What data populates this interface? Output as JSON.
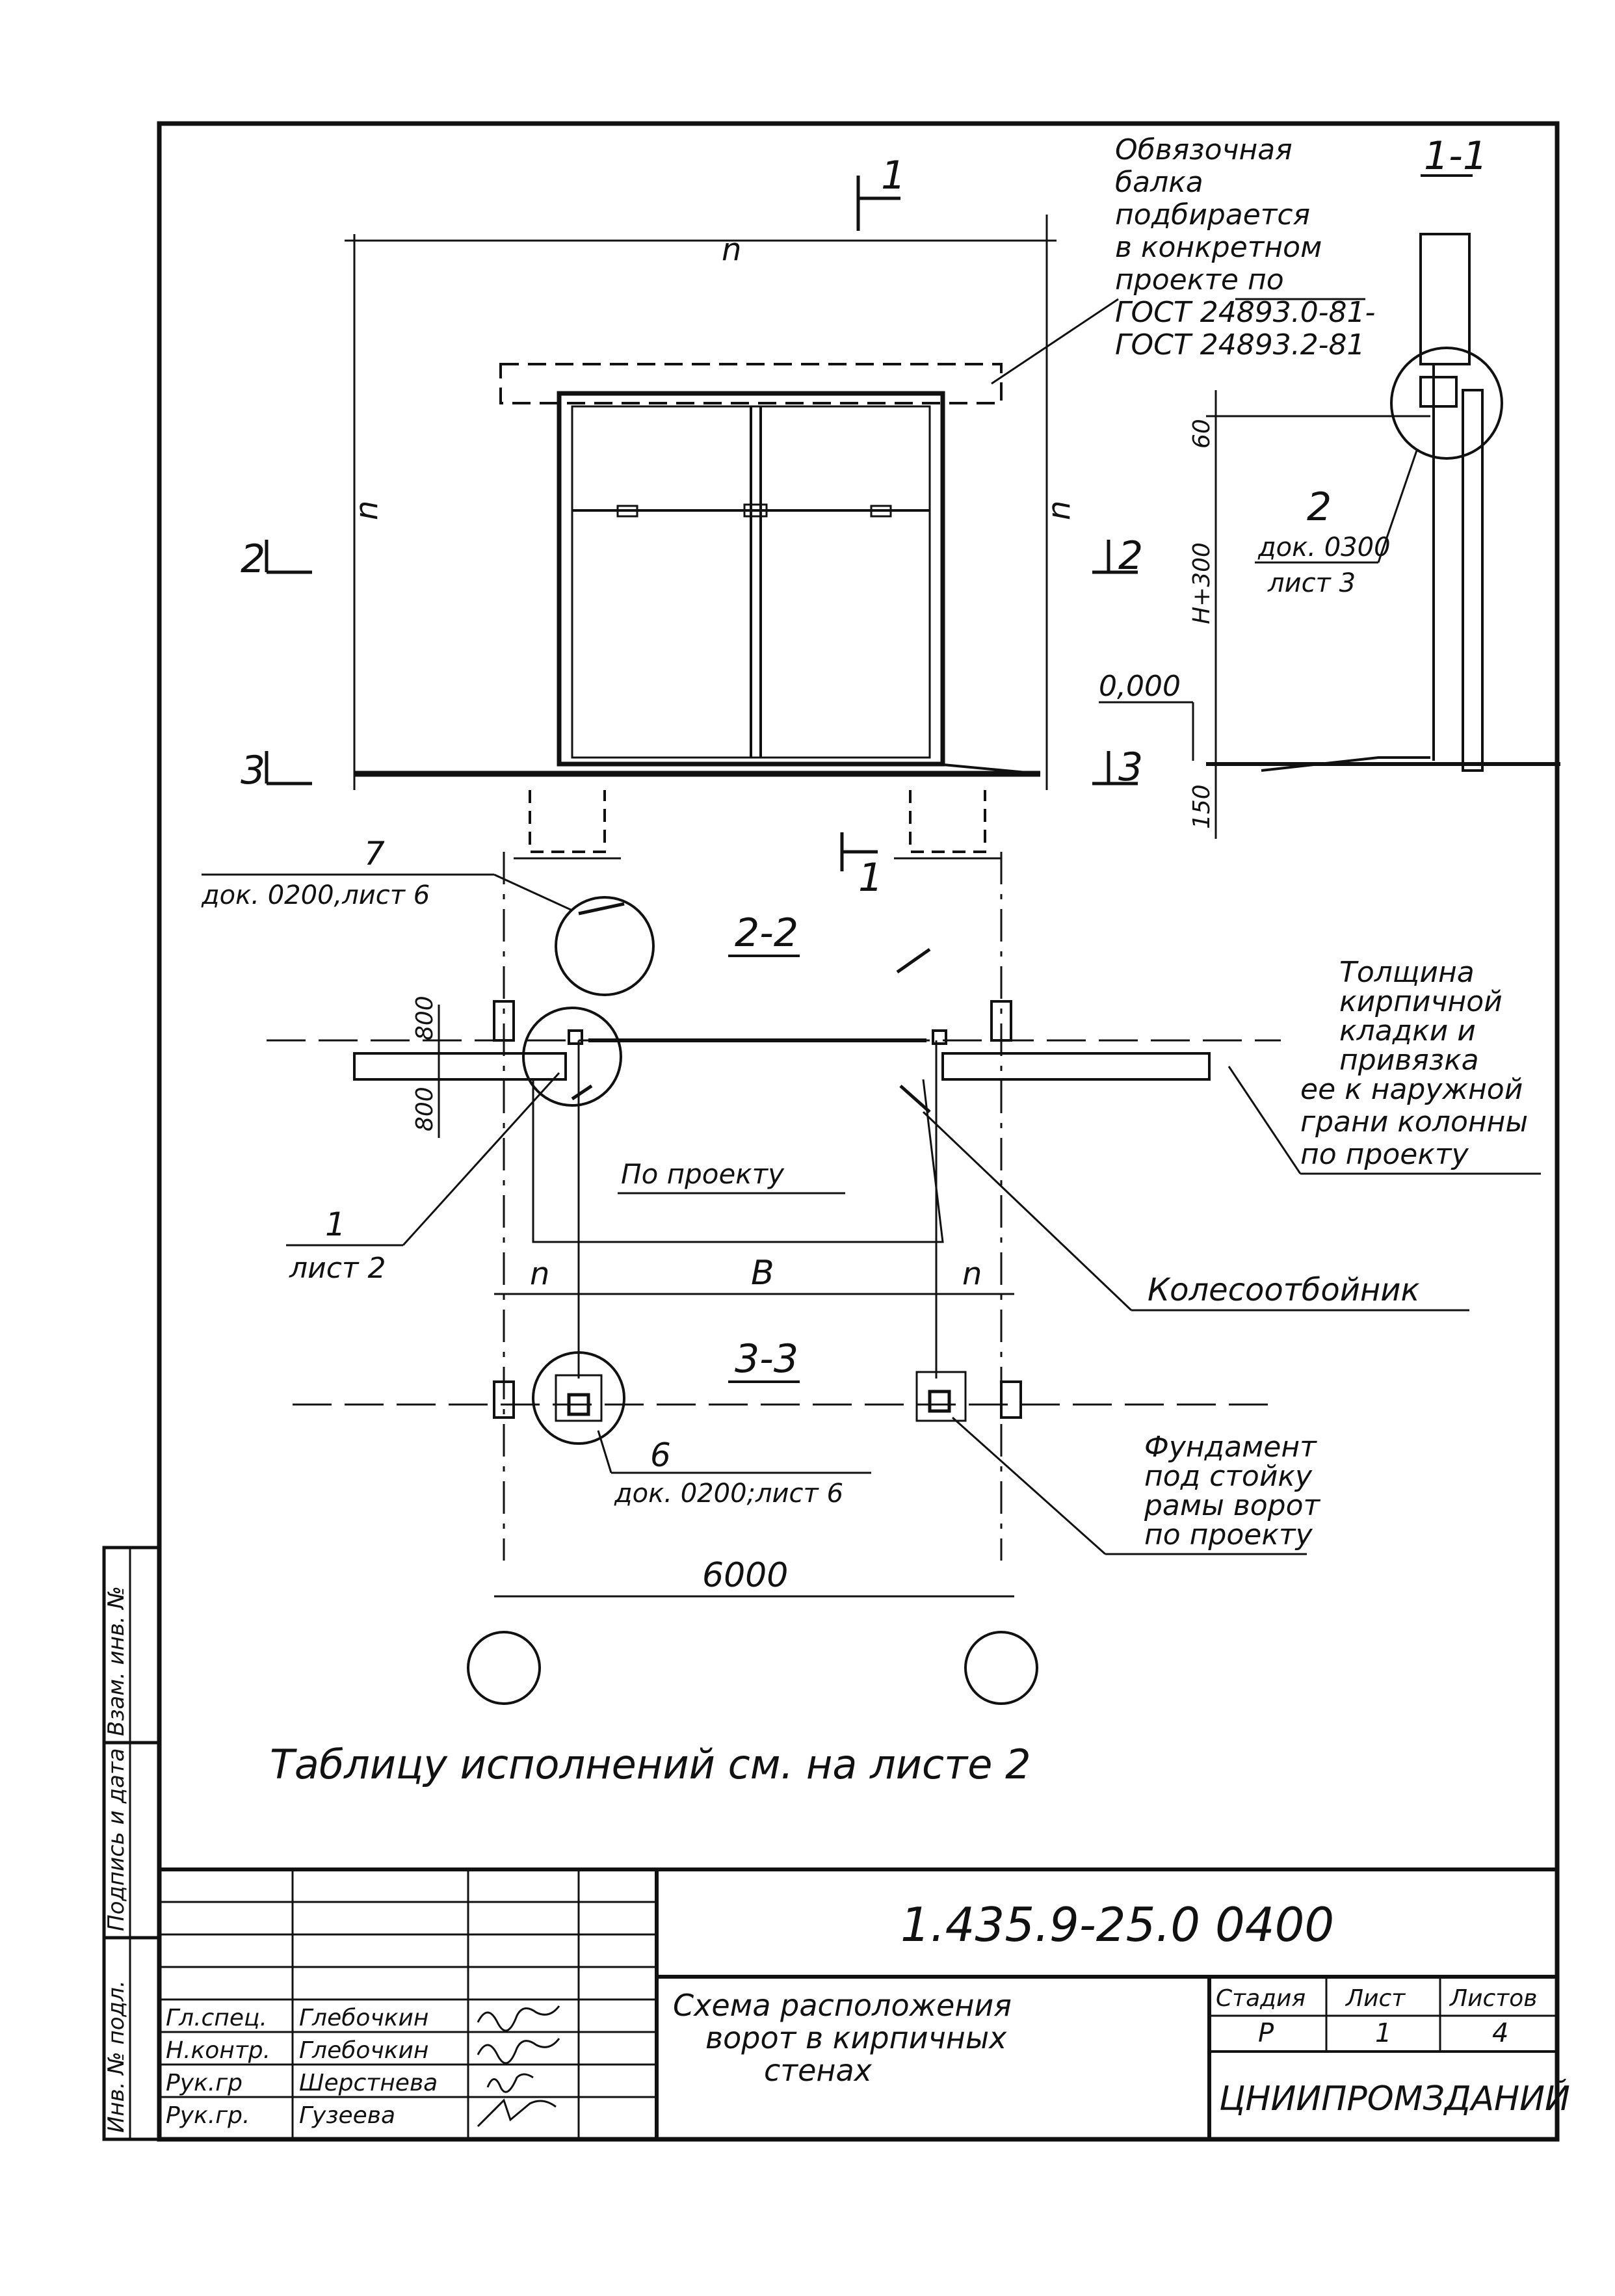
{
  "drawing": {
    "section_11": "1-1",
    "section_22": "2-2",
    "section_33": "3-3",
    "cut_mark": "1",
    "cut2": "2",
    "cut3": "3",
    "dim_n": "n",
    "dim_B": "B",
    "dim_6000": "6000",
    "dim_800_top": "800",
    "dim_800_bot": "800",
    "dim_60": "60",
    "dim_h300": "H+300",
    "dim_150": "150",
    "elev_zero": "0,000",
    "beam_note": [
      "Обвязочная",
      "балка",
      "подбирается",
      "в конкретном",
      "проекте по",
      "ГОСТ 24893.0-81-",
      "ГОСТ 24893.2-81"
    ],
    "ref2_num": "2",
    "ref2_doc": "док. 0300",
    "ref2_sheet": "лист 3",
    "ref7_num": "7",
    "ref7_doc": "док. 0200,лист 6",
    "brick_note": [
      "Толщина",
      "кирпичной",
      "кладки и",
      "привязка",
      "ее к наружной",
      "грани колонны",
      "по проекту"
    ],
    "po_proektu": "По проекту",
    "ref1_num": "1",
    "ref1_sheet": "лист 2",
    "wheel_guard": "Колесоотбойник",
    "found_note": [
      "Фундамент",
      "под стойку",
      "рамы ворот",
      "по проекту"
    ],
    "ref6_num": "6",
    "ref6_doc": "док. 0200;лист 6",
    "table_note": "Таблицу исполнений см. на листе 2"
  },
  "sidebar": {
    "inv_podl": "Инв. № подл.",
    "podpis": "Подпись и дата",
    "vzam": "Взам. инв. №"
  },
  "title_block": {
    "doc_code": "1.435.9-25.0 0400",
    "title": [
      "Схема расположения",
      "ворот в кирпичных",
      "стенах"
    ],
    "stage_label": "Стадия",
    "sheet_label": "Лист",
    "sheets_label": "Листов",
    "stage": "Р",
    "sheet": "1",
    "sheets": "4",
    "org": "ЦНИИПРОМЗДАНИЙ",
    "rows": [
      {
        "role": "Гл.спец.",
        "name": "Глебочкин"
      },
      {
        "role": "Н.контр.",
        "name": "Глебочкин"
      },
      {
        "role": "Рук.гр",
        "name": "Шерстнева"
      },
      {
        "role": "Рук.гр.",
        "name": "Гузеева"
      }
    ]
  }
}
